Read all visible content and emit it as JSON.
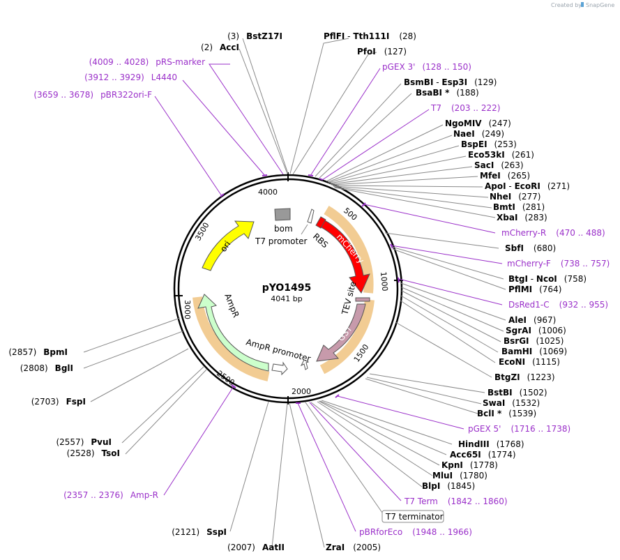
{
  "watermark": {
    "prefix": "Created by",
    "brand": "SnapGene"
  },
  "plasmid": {
    "name": "pYO1495",
    "length_label": "4041 bp"
  },
  "ticks": [
    "500",
    "1000",
    "1500",
    "2000",
    "2500",
    "3000",
    "3500",
    "4000"
  ],
  "features": {
    "mcherry": "mCherry",
    "gst": "GST",
    "tev": "TEV site",
    "ampr": "AmpR",
    "ampr_promoter": "AmpR promoter",
    "ori": "ori",
    "bom": "bom",
    "t7_promoter": "T7 promoter",
    "rbs": "RBS",
    "t7_terminator": "T7 terminator"
  },
  "enzymes_right": [
    {
      "name": "PflFI",
      "name2": "Tth111I",
      "pos": "(28)"
    },
    {
      "name": "PfoI",
      "pos": "(127)"
    },
    {
      "primer": "pGEX 3'",
      "range": "(128 .. 150)"
    },
    {
      "name": "BsmBI",
      "name2": "Esp3I",
      "pos": "(129)"
    },
    {
      "name": "BsaBI *",
      "pos": "(188)"
    },
    {
      "primer": "T7",
      "range": "(203 .. 222)"
    },
    {
      "name": "NgoMIV",
      "pos": "(247)"
    },
    {
      "name": "NaeI",
      "pos": "(249)"
    },
    {
      "name": "BspEI",
      "pos": "(253)"
    },
    {
      "name": "Eco53kI",
      "pos": "(261)"
    },
    {
      "name": "SacI",
      "pos": "(263)"
    },
    {
      "name": "MfeI",
      "pos": "(265)"
    },
    {
      "name": "ApoI",
      "name2": "EcoRI",
      "pos": "(271)"
    },
    {
      "name": "NheI",
      "pos": "(277)"
    },
    {
      "name": "BmtI",
      "pos": "(281)"
    },
    {
      "name": "XbaI",
      "pos": "(283)"
    },
    {
      "primer": "mCherry-R",
      "range": "(470 .. 488)"
    },
    {
      "name": "SbfI",
      "pos": "(680)"
    },
    {
      "primer": "mCherry-F",
      "range": "(738 .. 757)"
    },
    {
      "name": "BtgI",
      "name2": "NcoI",
      "pos": "(758)"
    },
    {
      "name": "PflMI",
      "pos": "(764)"
    },
    {
      "primer": "DsRed1-C",
      "range": "(932 .. 955)"
    },
    {
      "name": "AleI",
      "pos": "(967)"
    },
    {
      "name": "SgrAI",
      "pos": "(1006)"
    },
    {
      "name": "BsrGI",
      "pos": "(1025)"
    },
    {
      "name": "BamHI",
      "pos": "(1069)"
    },
    {
      "name": "EcoNI",
      "pos": "(1115)"
    },
    {
      "name": "BtgZI",
      "pos": "(1223)"
    },
    {
      "name": "BstBI",
      "pos": "(1502)"
    },
    {
      "name": "SwaI",
      "pos": "(1532)"
    },
    {
      "name": "BclI *",
      "pos": "(1539)"
    },
    {
      "primer": "pGEX 5'",
      "range": "(1716 .. 1738)"
    },
    {
      "name": "HindIII",
      "pos": "(1768)"
    },
    {
      "name": "Acc65I",
      "pos": "(1774)"
    },
    {
      "name": "KpnI",
      "pos": "(1778)"
    },
    {
      "name": "MluI",
      "pos": "(1780)"
    },
    {
      "name": "BlpI",
      "pos": "(1845)"
    },
    {
      "primer": "T7 Term",
      "range": "(1842 .. 1860)"
    },
    {
      "primer": "pBRforEco",
      "range": "(1948 .. 1966)"
    },
    {
      "name": "ZraI",
      "pos": "(2005)"
    }
  ],
  "enzymes_left": [
    {
      "name": "BstZ17I",
      "pos": "(3)"
    },
    {
      "name": "AccI",
      "pos": "(2)"
    },
    {
      "primer": "pRS-marker",
      "range": "(4009 .. 4028)"
    },
    {
      "primer": "L4440",
      "range": "(3912 .. 3929)"
    },
    {
      "primer": "pBR322ori-F",
      "range": "(3659 .. 3678)"
    },
    {
      "name": "BpmI",
      "pos": "(2857)"
    },
    {
      "name": "BglI",
      "pos": "(2808)"
    },
    {
      "name": "FspI",
      "pos": "(2703)"
    },
    {
      "name": "PvuI",
      "pos": "(2557)"
    },
    {
      "name": "TsoI",
      "pos": "(2528)"
    },
    {
      "primer": "Amp-R",
      "range": "(2357 .. 2376)"
    },
    {
      "name": "SspI",
      "pos": "(2121)"
    },
    {
      "name": "AatII",
      "pos": "(2007)"
    }
  ],
  "colors": {
    "mcherry": "#ff0000",
    "gst": "#c79aab",
    "ampr": "#ccffcc",
    "ori": "#ffff00",
    "bom": "#999999",
    "primer": "#9a2fc9",
    "orf": "#e8a33a"
  }
}
